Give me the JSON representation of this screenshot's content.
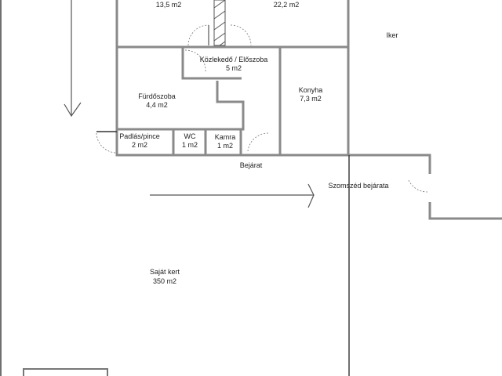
{
  "rooms": {
    "room_top_left": {
      "area": "13,5 m2"
    },
    "room_top_right": {
      "area": "22,2 m2"
    },
    "hallway": {
      "name": "Közlekedő / Előszoba",
      "area": "5 m2"
    },
    "bathroom": {
      "name": "Fürdőszoba",
      "area": "4,4 m2"
    },
    "kitchen": {
      "name": "Konyha",
      "area": "7,3 m2"
    },
    "attic": {
      "name": "Padlás/pince",
      "area": "2 m2"
    },
    "wc": {
      "name": "WC",
      "area": "1 m2"
    },
    "pantry": {
      "name": "Kamra",
      "area": "1 m2"
    }
  },
  "labels": {
    "entrance": "Bejárat",
    "neighbor_entrance": "Szomszéd bejárata",
    "semi_detached": "Iker",
    "garden": "Saját kert",
    "garden_area": "350 m2"
  }
}
